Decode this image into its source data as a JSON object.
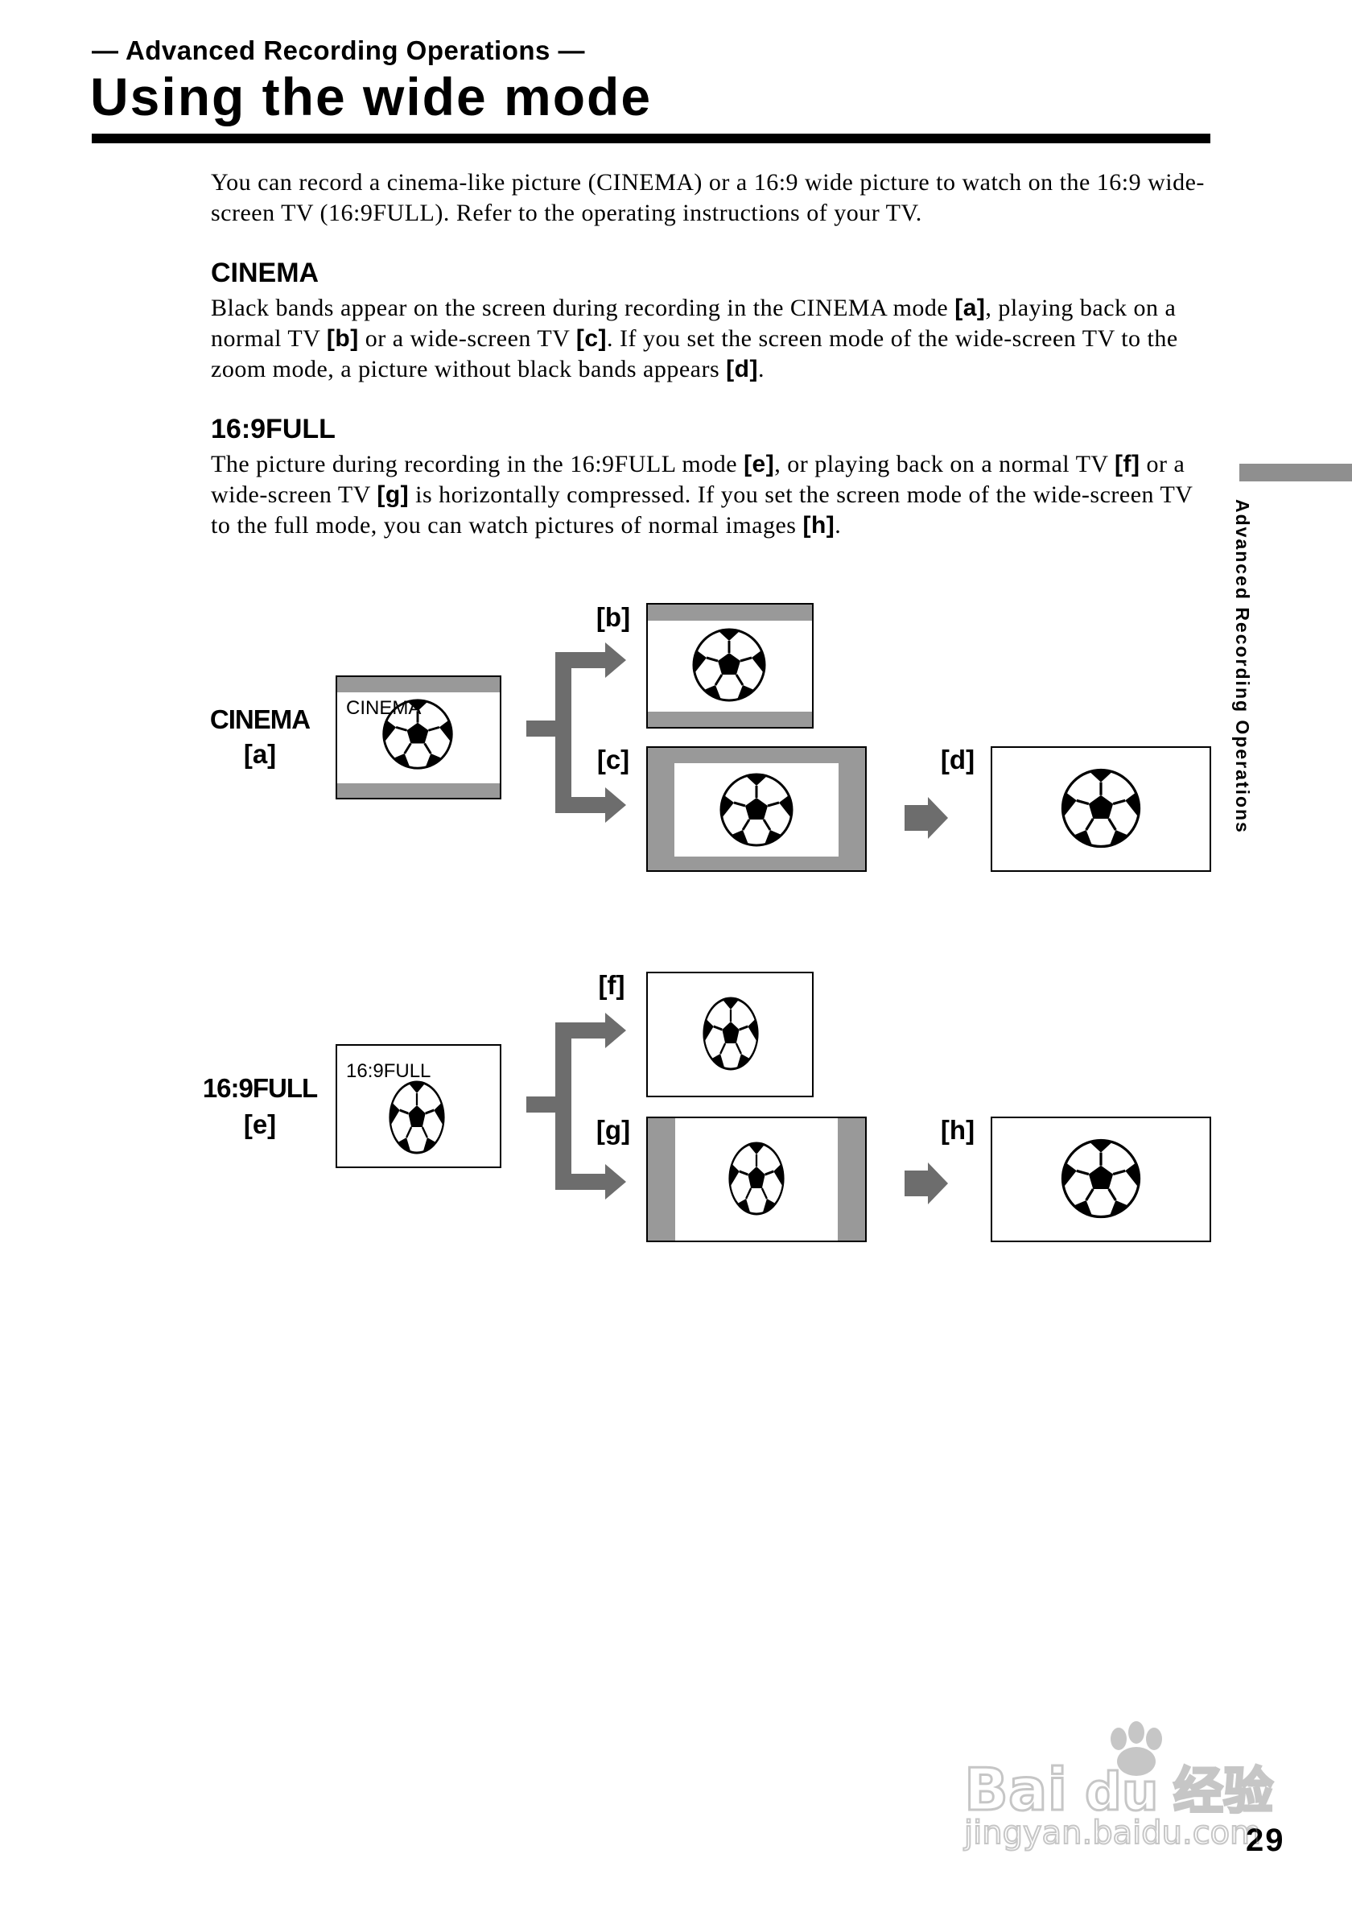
{
  "header": {
    "section": "— Advanced Recording Operations —",
    "title": "Using the wide mode"
  },
  "intro": "You can record a cinema-like picture (CINEMA) or a 16:9 wide picture to watch on the 16:9 wide-screen TV (16:9FULL). Refer to the operating instructions of your TV.",
  "cinema": {
    "heading": "CINEMA",
    "t1": "Black bands appear on the screen during recording in the CINEMA mode ",
    "r1": "[a]",
    "t2": ", playing back on a normal TV ",
    "r2": "[b]",
    "t3": " or a wide-screen TV ",
    "r3": "[c]",
    "t4": ". If you set the screen mode of the wide-screen TV to the zoom mode, a picture without black bands appears ",
    "r4": "[d]",
    "t5": "."
  },
  "full": {
    "heading": "16:9FULL",
    "t1": "The picture during recording in the 16:9FULL mode ",
    "r1": "[e]",
    "t2": ", or playing back on a normal TV ",
    "r2": "[f]",
    "t3": " or a wide-screen TV ",
    "r3": "[g]",
    "t4": " is horizontally compressed. If you set the screen mode of the wide-screen TV to the full mode, you can watch pictures of normal images ",
    "r4": "[h]",
    "t5": "."
  },
  "diagram": {
    "cinema_label": "CINEMA",
    "a": "[a]",
    "cinema_screen_text": "CINEMA",
    "b": "[b]",
    "c": "[c]",
    "d": "[d]",
    "full_label": "16:9FULL",
    "e": "[e]",
    "full_screen_text": "16:9FULL",
    "f": "[f]",
    "g": "[g]",
    "h": "[h]"
  },
  "side_tab": "Advanced Recording Operations",
  "page_number": "29",
  "watermark": {
    "brand": "Bai",
    "brand2": "du",
    "cn": "经验",
    "url": "jingyan.baidu.com"
  },
  "colors": {
    "band_gray": "#999999",
    "arrow_gray": "#6d6d6d",
    "tab_gray": "#8f8f8f"
  }
}
